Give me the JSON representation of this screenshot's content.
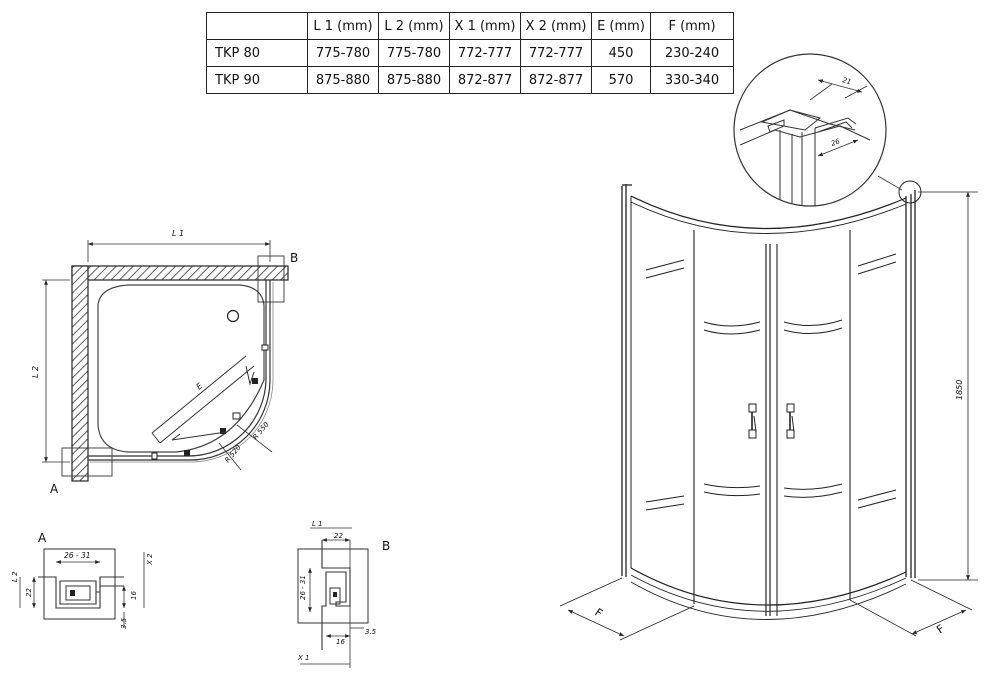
{
  "table": {
    "headers": [
      "",
      "L 1  (mm)",
      "L 2  (mm)",
      "X 1  (mm)",
      "X 2  (mm)",
      "E (mm)",
      "F (mm)"
    ],
    "rows": [
      [
        "TKP 80",
        "775-780",
        "775-780",
        "772-777",
        "772-777",
        "450",
        "230-240"
      ],
      [
        "TKP 90",
        "875-880",
        "875-880",
        "872-877",
        "872-877",
        "570",
        "330-340"
      ]
    ]
  },
  "plan": {
    "l1": "L 1",
    "l2": "L 2",
    "label_a": "A",
    "label_b": "B",
    "e": "E",
    "r550": "R 550",
    "r520": "R 520"
  },
  "detail_a": {
    "title": "A",
    "w": "26 - 31",
    "l2": "L 2",
    "d22": "22",
    "d16": "16",
    "x2": "X 2",
    "d35": "3.5"
  },
  "detail_b": {
    "title": "B",
    "l1": "L 1",
    "d22": "22",
    "w": "26 - 31",
    "d16": "16",
    "d35": "3.5",
    "x1": "X 1"
  },
  "elevation": {
    "height": "1850",
    "f": "F"
  },
  "zoom": {
    "d21": "21",
    "d26": "26"
  }
}
